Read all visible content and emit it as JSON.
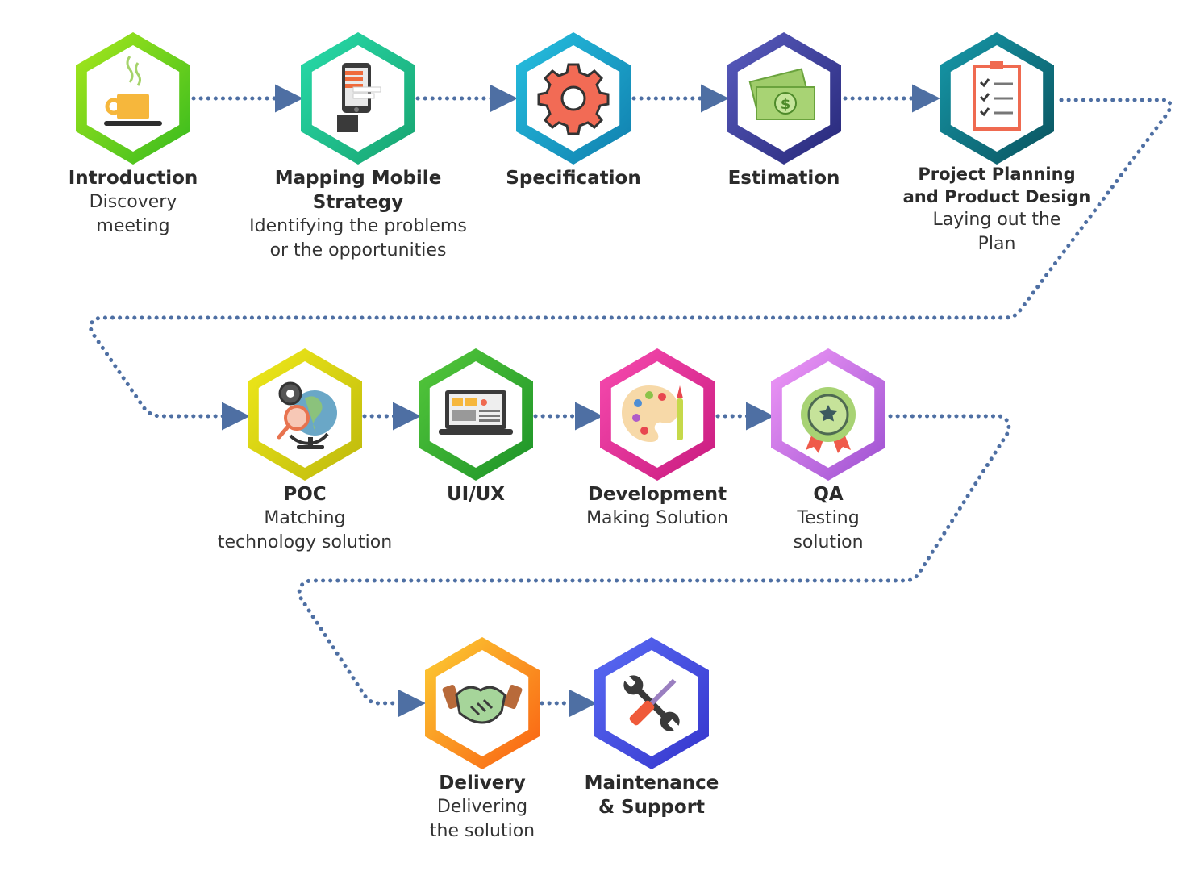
{
  "colors": {
    "connector": "#4e6fa3",
    "text": "#2b2b2b"
  },
  "steps": [
    {
      "id": "introduction",
      "title": "Introduction",
      "desc": "Discovery\nmeeting",
      "icon": "coffee-cup-icon",
      "color_a": "#9be21a",
      "color_b": "#3cbf1e"
    },
    {
      "id": "mapping",
      "title": "Mapping Mobile\nStrategy",
      "desc": "Identifying the problems\nor the opportunities",
      "icon": "mobile-strategy-icon",
      "color_a": "#22d3a0",
      "color_b": "#16a874"
    },
    {
      "id": "specification",
      "title": "Specification",
      "desc": "",
      "icon": "gear-icon",
      "color_a": "#1fb4d8",
      "color_b": "#1187b5"
    },
    {
      "id": "estimation",
      "title": "Estimation",
      "desc": "",
      "icon": "money-icon",
      "color_a": "#5154b5",
      "color_b": "#2f2f86"
    },
    {
      "id": "planning",
      "title": "Project Planning\nand Product Design",
      "desc": "Laying out the\nPlan",
      "icon": "clipboard-checklist-icon",
      "color_a": "#138a9c",
      "color_b": "#0b5f6c"
    },
    {
      "id": "poc",
      "title": "POC",
      "desc": "Matching\ntechnology solution",
      "icon": "globe-search-icon",
      "color_a": "#e6e414",
      "color_b": "#c7c20e"
    },
    {
      "id": "uiux",
      "title": "UI/UX",
      "desc": "",
      "icon": "laptop-icon",
      "color_a": "#4bc236",
      "color_b": "#21992a"
    },
    {
      "id": "development",
      "title": "Development",
      "desc": "Making Solution",
      "icon": "paint-palette-icon",
      "color_a": "#f43fa7",
      "color_b": "#d11f86"
    },
    {
      "id": "qa",
      "title": "QA",
      "desc": "Testing\nsolution",
      "icon": "award-badge-icon",
      "color_a": "#ea8bf5",
      "color_b": "#a557d6"
    },
    {
      "id": "delivery",
      "title": "Delivery",
      "desc": "Delivering\nthe solution",
      "icon": "handshake-icon",
      "color_a": "#fbc531",
      "color_b": "#fa6a14"
    },
    {
      "id": "maintenance",
      "title": "Maintenance\n& Support",
      "desc": "",
      "icon": "wrench-screwdriver-icon",
      "color_a": "#4f60f0",
      "color_b": "#3a3fd4"
    }
  ]
}
